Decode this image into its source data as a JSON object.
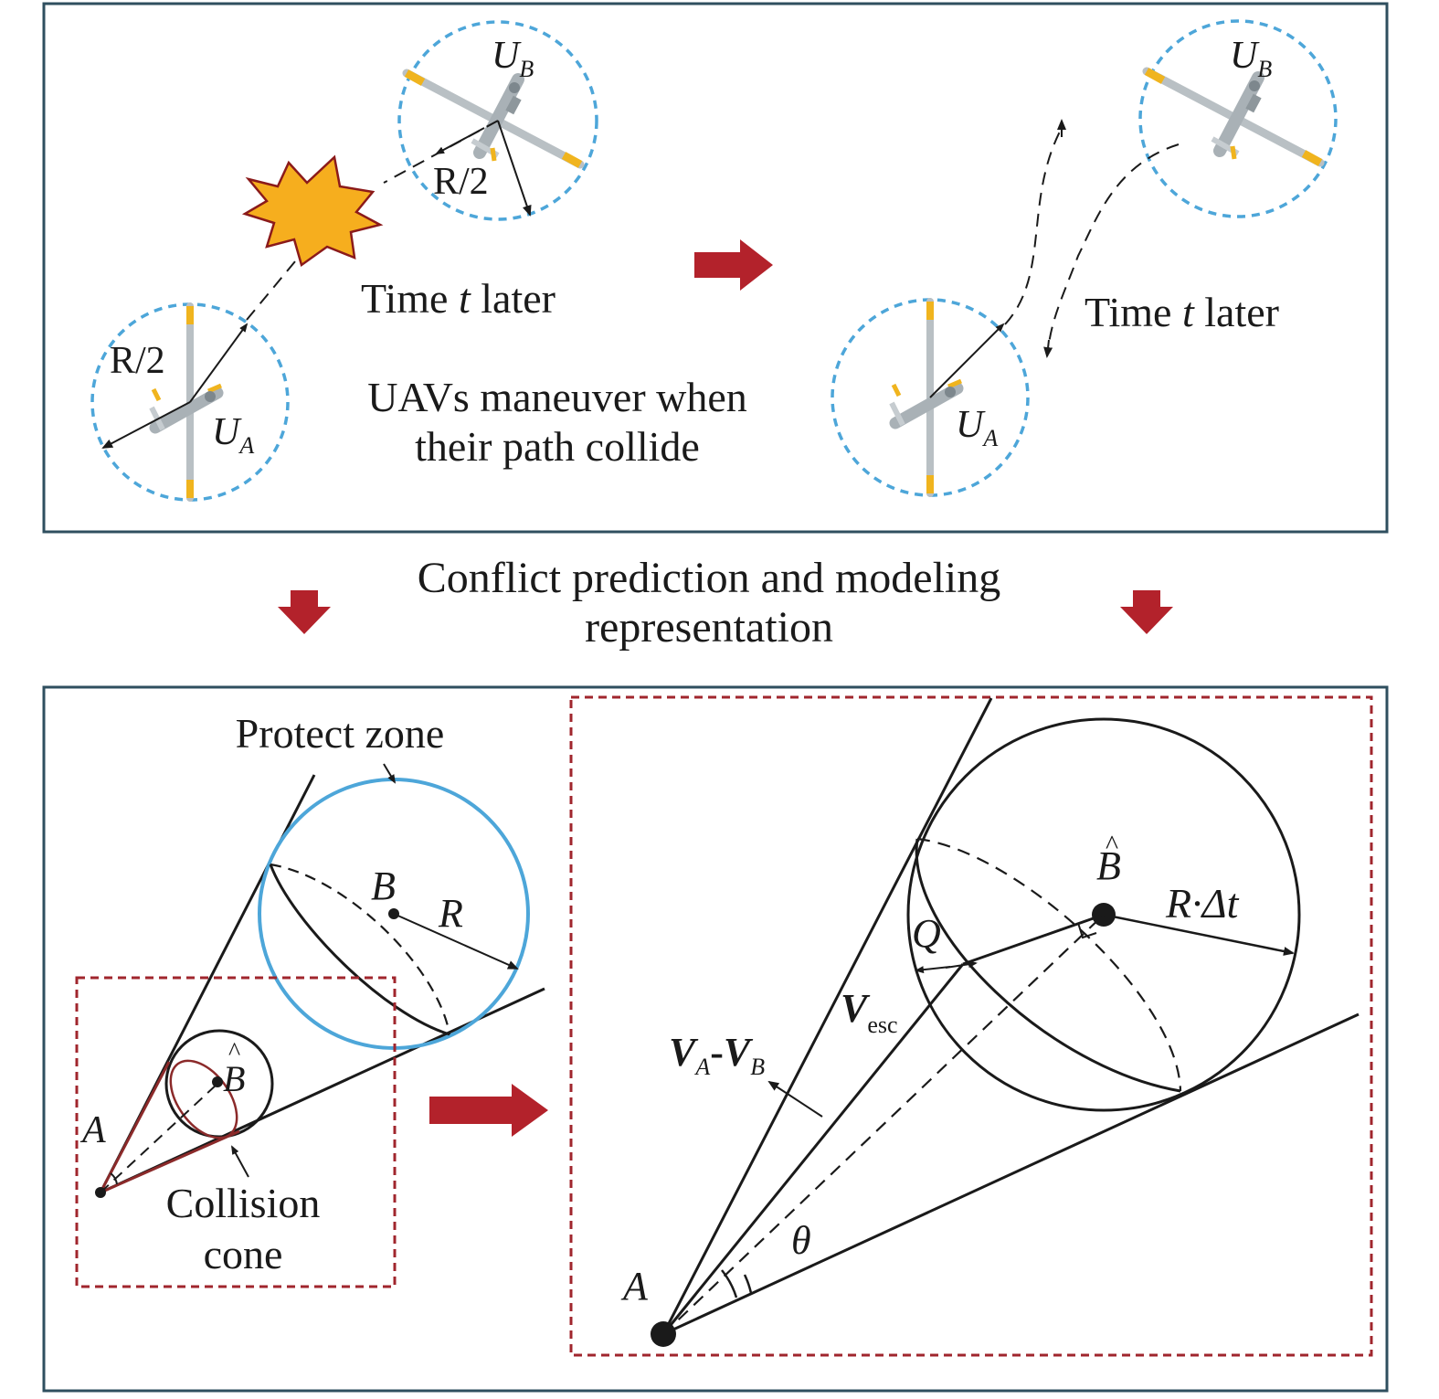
{
  "top_panel": {
    "left": {
      "ub_main": "U",
      "ub_sub": "B",
      "ua_main": "U",
      "ua_sub": "A",
      "radius_b_label": "R/2",
      "radius_a_label": "R/2",
      "time_prefix": "Time ",
      "time_var": "t",
      "time_suffix": " later",
      "caption_line1": "UAVs maneuver when",
      "caption_line2": "their path collide"
    },
    "right": {
      "ub_main": "U",
      "ub_sub": "B",
      "ua_main": "U",
      "ua_sub": "A",
      "time_prefix": "Time ",
      "time_var": "t",
      "time_suffix": " later"
    }
  },
  "middle": {
    "line1": "Conflict prediction and modeling",
    "line2": "representation"
  },
  "bottom_panel": {
    "left": {
      "protect_zone": "Protect zone",
      "point_b": "B",
      "radius": "R",
      "b_hat": "B",
      "point_a": "A",
      "collision_line1": "Collision",
      "collision_line2": "cone"
    },
    "right": {
      "b_hat": "B",
      "radius_main": "R·Δt",
      "point_q": "Q",
      "v_esc_main": "V",
      "v_esc_sub": "esc",
      "v_rel_a": "V",
      "v_rel_a_sub": "A",
      "v_rel_dash": "-",
      "v_rel_b": "V",
      "v_rel_b_sub": "B",
      "theta": "θ",
      "point_a": "A"
    }
  },
  "colors": {
    "frame": "#2f4f5f",
    "zone_blue": "#4da6d9",
    "dashed_red": "#a0262d",
    "arrow_red": "#b3222b",
    "explosion_fill": "#f6ae1e",
    "explosion_stroke": "#8b1a1a",
    "uav_gray": "#b9c0c4",
    "uav_yellow": "#f0b41e"
  }
}
